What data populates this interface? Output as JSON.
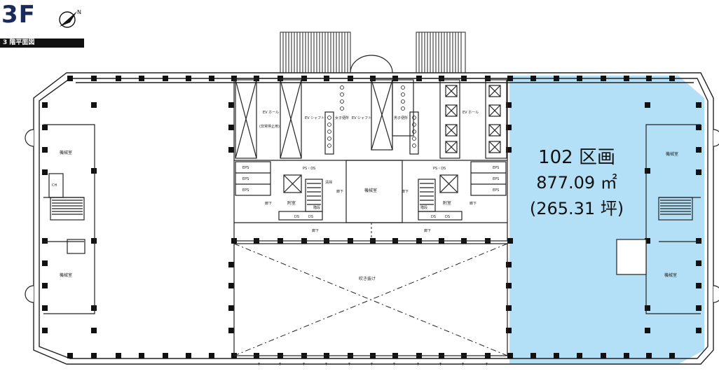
{
  "header": {
    "floor": "3F",
    "subtitle": "3 階平面図"
  },
  "tenant_area": {
    "name": "102 区画",
    "area_m2": "877.09 ㎡",
    "area_tsubo": "(265.31 坪)",
    "highlight_color": "#b3e0f7"
  },
  "rooms": {
    "machine_room": "機械室",
    "ev_hall": "EV ホール",
    "ev_hall_note": "(非常停止用)",
    "ev_shaft": "EV シャフト",
    "womens_toilet": "女子便所",
    "mens_toilet": "男子便所",
    "ps_ds": "PS・DS",
    "eps": "EPS",
    "corridor": "廊下",
    "antechamber": "附室",
    "stairs": "階段",
    "cleaning": "清掃",
    "void": "吹き抜け",
    "ds": "DS",
    "ch": "CH"
  }
}
